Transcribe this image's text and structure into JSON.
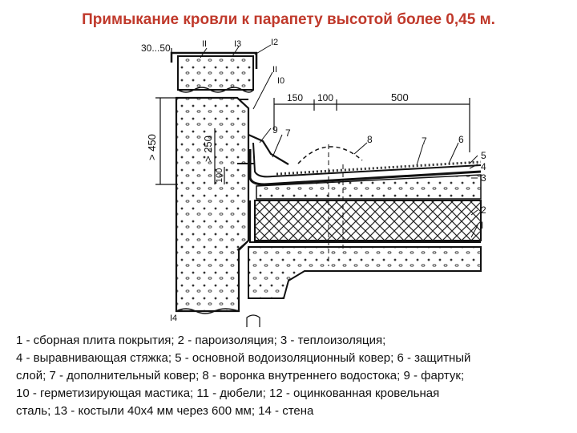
{
  "title": "Примыкание кровли к парапету высотой более 0,45 м.",
  "drawing": {
    "dims": {
      "top_gap": "30...50",
      "height_450": "> 450",
      "height_250": "> 250",
      "height_100": "100",
      "w_150": "150",
      "w_100": "100",
      "w_500": "500"
    },
    "labels": {
      "l1": "I",
      "l2": "2",
      "l3": "3",
      "l4": "4",
      "l5": "5",
      "l6": "6",
      "l7": "7",
      "l8": "8",
      "l9": "9",
      "l10": "I0",
      "l11a": "II",
      "l11b": "II",
      "l12": "I2",
      "l13": "I3",
      "l14": "I4"
    }
  },
  "legend": {
    "line1": "1 - сборная плита покрытия; 2 - пароизоляция; 3 - теплоизоляция;",
    "line2": "4 - выравнивающая стяжка; 5 - основной водоизоляционный ковер; 6 - защитный",
    "line3": "слой; 7 - дополнительный ковер; 8 - воронка внутреннего водостока; 9 - фартук;",
    "line4": "10 - герметизирующая мастика; 11 - дюбели; 12 - оцинкованная кровельная",
    "line5": "сталь; 13 - костыли 40х4 мм через 600 мм; 14 - стена"
  }
}
